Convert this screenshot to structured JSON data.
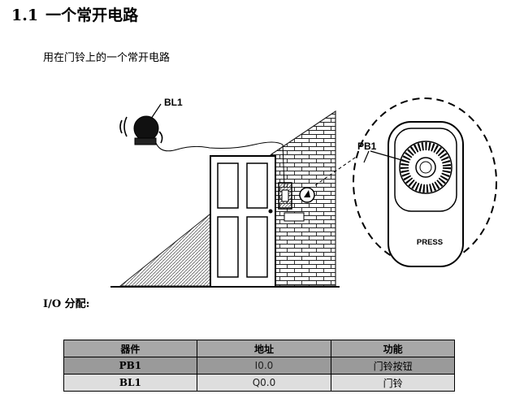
{
  "section": {
    "number": "1.1",
    "title": "一个常开电路"
  },
  "intro": "用在门铃上的一个常开电路",
  "figure": {
    "bell_label": "BL1",
    "button_label": "PB1",
    "button_text": "PRESS"
  },
  "io_heading": "I/O 分配:",
  "io_table": {
    "headers": [
      "器件",
      "地址",
      "功能"
    ],
    "rows": [
      [
        "PB1",
        "I0.0",
        "门铃按钮"
      ],
      [
        "BL1",
        "Q0.0",
        "门铃"
      ]
    ]
  }
}
